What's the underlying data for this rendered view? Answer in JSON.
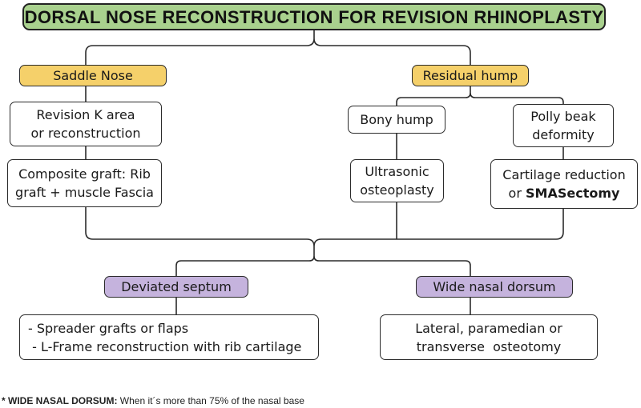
{
  "title": "DORSAL NOSE RECONSTRUCTION FOR REVISION RHINOPLASTY",
  "saddle": {
    "label": "Saddle Nose",
    "step1": [
      "Revision K area",
      "or reconstruction"
    ],
    "step2": [
      "Composite graft: Rib",
      "graft + muscle Fascia"
    ]
  },
  "residual": {
    "label": "Residual hump",
    "bony": {
      "label": "Bony hump",
      "treatment": [
        "Ultrasonic",
        "osteoplasty"
      ]
    },
    "polly": {
      "label": [
        "Polly beak",
        "deformity"
      ],
      "treatment_line1": "Cartilage reduction",
      "treatment_line2_prefix": "or ",
      "treatment_line2_bold": "SMASectomy"
    }
  },
  "deviated": {
    "label": "Deviated septum",
    "treatment": [
      "- Spreader grafts or flaps",
      " - L-Frame reconstruction with rib cartilage"
    ]
  },
  "wide": {
    "label": "Wide nasal dorsum",
    "treatment": [
      "Lateral, paramedian or",
      "transverse  osteotomy"
    ]
  },
  "footnote": {
    "key": "* WIDE NASAL DORSUM:",
    "text": " When it´s more than 75% of the nasal base"
  },
  "colors": {
    "title_bg": "#a9d18e",
    "category_yellow": "#f5d06a",
    "category_purple": "#c5b3dd",
    "lines": "#2b2b2b"
  }
}
